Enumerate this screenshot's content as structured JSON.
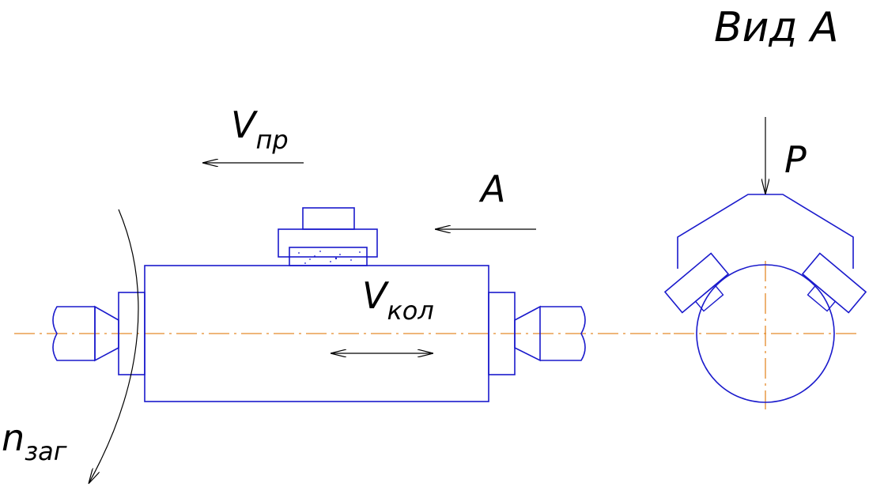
{
  "labels": {
    "view_title": "Вид А",
    "feed_velocity": {
      "base": "V",
      "subscript": "пр"
    },
    "view_arrow": "А",
    "oscillation_velocity": {
      "base": "V",
      "subscript": "кол"
    },
    "force": "Р",
    "workpiece_speed": {
      "base": "n",
      "subscript": "заг"
    }
  },
  "colors": {
    "part_outline": "#1a1acc",
    "centerline": "#e58a2a",
    "arrow": "#000000",
    "background": "#ffffff"
  }
}
